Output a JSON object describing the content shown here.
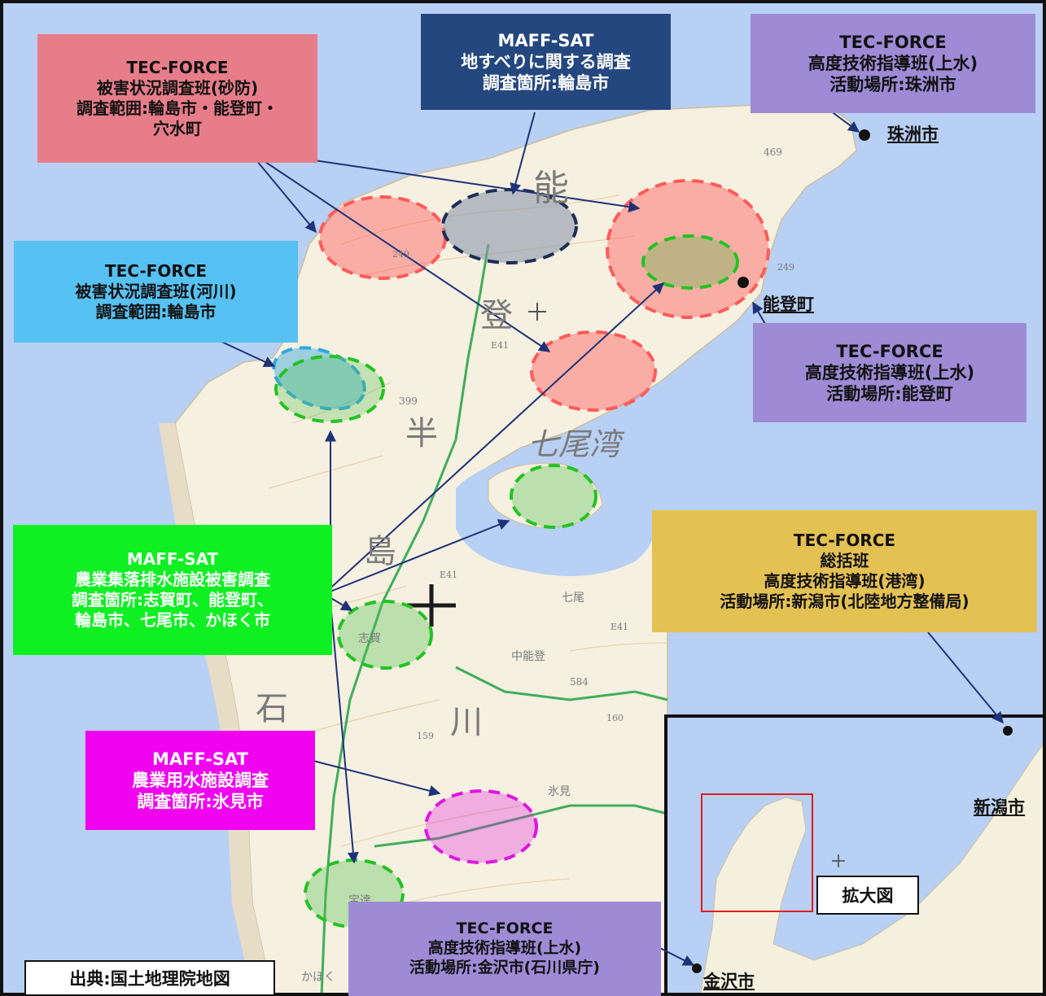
{
  "boxes": {
    "sabo": [
      "TEC-FORCE",
      "被害状況調査班(砂防)",
      "調査範囲:輪島市・能登町・",
      "穴水町"
    ],
    "maff_landslide": [
      "MAFF-SAT",
      "地すべりに関する調査",
      "調査箇所:輪島市"
    ],
    "suzu_water": [
      "TEC-FORCE",
      "高度技術指導班(上水)",
      "活動場所:珠洲市"
    ],
    "river": [
      "TEC-FORCE",
      "被害状況調査班(河川)",
      "調査範囲:輪島市"
    ],
    "noto_water": [
      "TEC-FORCE",
      "高度技術指導班(上水)",
      "活動場所:能登町"
    ],
    "maff_drainage": [
      "MAFF-SAT",
      "農業集落排水施設被害調査",
      "調査箇所:志賀町、能登町、",
      "輪島市、七尾市、かほく市"
    ],
    "general": [
      "TEC-FORCE",
      "総括班",
      "高度技術指導班(港湾)",
      "活動場所:新潟市(北陸地方整備局)"
    ],
    "maff_irrigation": [
      "MAFF-SAT",
      "農業用水施設調査",
      "調査箇所:氷見市"
    ],
    "kanazawa_water": [
      "TEC-FORCE",
      "高度技術指導班(上水)",
      "活動場所:金沢市(石川県庁)"
    ]
  },
  "cities": {
    "suzu": "珠洲市",
    "noto": "能登町",
    "niigata": "新潟市",
    "kanazawa": "金沢市"
  },
  "map_text": {
    "noto_char": "能",
    "to_char": "登",
    "han_char": "半",
    "shima_char": "島",
    "ishi_char": "石",
    "kawa_char": "川",
    "nanao_bay": "七尾湾",
    "peak_399": "399",
    "peak_469": "469",
    "peak_584": "584",
    "route_249a": "249",
    "route_249b": "249",
    "route_e41a": "E41",
    "route_e41b": "E41",
    "route_e41c": "E41",
    "route_159": "159",
    "route_160": "160",
    "place_shika": "志賀",
    "place_nakanoto": "中能登",
    "place_nanao": "七尾",
    "place_himi": "氷見",
    "place_hodatsu": "宝達",
    "place_kahoku": "かほく"
  },
  "source": "出典:国土地理院地図",
  "inset_label": "拡大図",
  "colors": {
    "sea": "#b8d0f4",
    "land": "#f6f0e0",
    "red_zone": "#ff5a5a",
    "navy_zone": "#1b2d55",
    "green_zone": "#22c322",
    "cyan_zone": "#31a6dd",
    "magenta_zone": "#e015e0",
    "arrow": "#1d3278"
  }
}
